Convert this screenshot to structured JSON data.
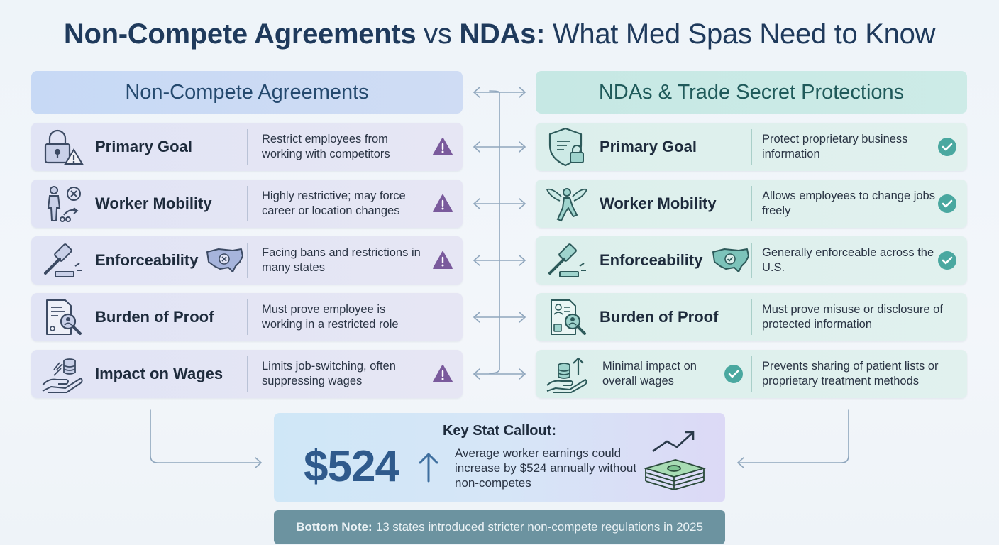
{
  "title": {
    "part1": "Non-Compete Agreements",
    "part2": "vs",
    "part3": "NDAs:",
    "part4": "What Med Spas Need to Know"
  },
  "left_column": {
    "header": "Non-Compete Agreements",
    "rows": [
      {
        "label": "Primary Goal",
        "desc": "Restrict employees from working with competitors",
        "icon": "padlock-warning-icon",
        "status": "warning-icon"
      },
      {
        "label": "Worker Mobility",
        "desc": "Highly restrictive; may force career or location changes",
        "icon": "restricted-worker-icon",
        "status": "warning-icon"
      },
      {
        "label": "Enforceability",
        "desc": "Facing bans and restrictions in many states",
        "icon": "gavel-usa-map-icon",
        "status": "warning-icon"
      },
      {
        "label": "Burden of Proof",
        "desc": "Must prove employee is working in a restricted role",
        "icon": "document-magnifier-icon",
        "status": ""
      },
      {
        "label": "Impact on Wages",
        "desc": "Limits job-switching, often suppressing wages",
        "icon": "hand-coins-icon",
        "status": "warning-icon"
      }
    ]
  },
  "right_column": {
    "header": "NDAs & Trade Secret Protections",
    "rows": [
      {
        "label": "Primary Goal",
        "desc": "Protect proprietary business information",
        "icon": "shield-lock-icon",
        "status": "check-icon"
      },
      {
        "label": "Worker Mobility",
        "desc": "Allows employees to change jobs freely",
        "icon": "winged-worker-icon",
        "status": "check-icon"
      },
      {
        "label": "Enforceability",
        "desc": "Generally enforceable across the U.S.",
        "icon": "gavel-usa-check-icon",
        "status": "check-icon"
      },
      {
        "label": "Burden of Proof",
        "desc": "Must prove misuse or disclosure of protected information",
        "icon": "profile-magnifier-icon",
        "status": ""
      },
      {
        "label": "Minimal impact on overall wages",
        "desc": "Prevents sharing of patient lists or proprietary treatment methods",
        "icon": "hand-coins-up-icon",
        "status": "check-icon"
      }
    ]
  },
  "stat": {
    "title": "Key Stat Callout:",
    "value": "$524",
    "desc": "Average worker earnings could increase by $524 annually without non-competes"
  },
  "note": {
    "label": "Bottom Note:",
    "text": "13 states introduced stricter non-compete regulations in 2025"
  },
  "colors": {
    "title": "#1f3a5c",
    "left_accent": "#7a5a9c",
    "right_accent": "#4aa8a0",
    "stat_value": "#2f5a8c",
    "note_bg": "#6c93a0"
  }
}
